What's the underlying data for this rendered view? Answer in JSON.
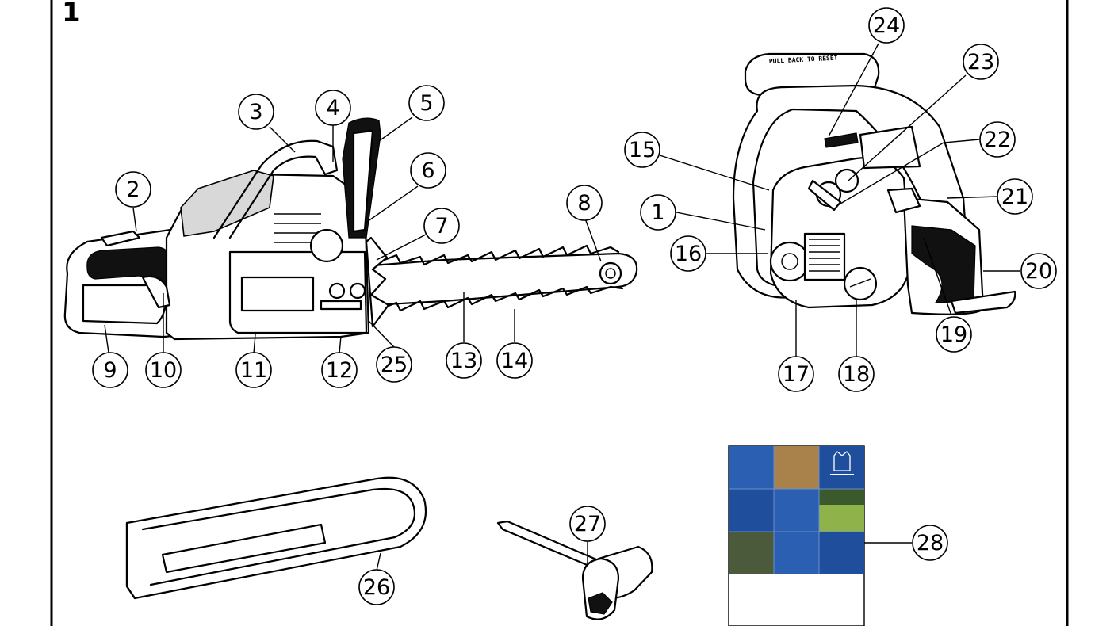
{
  "figure": {
    "number": "1",
    "stamp_text": "PULL BACK TO RESET"
  },
  "callouts": [
    "1",
    "2",
    "3",
    "4",
    "5",
    "6",
    "7",
    "8",
    "9",
    "10",
    "11",
    "12",
    "13",
    "14",
    "15",
    "16",
    "17",
    "18",
    "19",
    "20",
    "21",
    "22",
    "23",
    "24",
    "25",
    "26",
    "27",
    "28"
  ],
  "manual_cover": {
    "brand_logo": "husqvarna-crown-logo",
    "colors": {
      "blue": "#1f4f9c",
      "panel_blue": "#2a5fb2",
      "leaves": "#a9814a",
      "grass": "#8fb34a",
      "forest": "#4a5a3a"
    }
  }
}
